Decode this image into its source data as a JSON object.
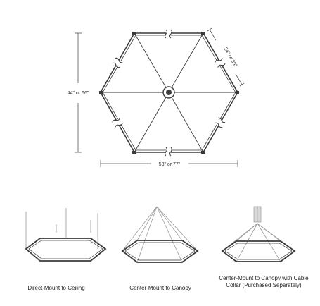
{
  "dimensions": {
    "height": "44\" or 66\"",
    "width": "53\" or 77\"",
    "side": "24\" or 36\""
  },
  "captions": {
    "direct": "Direct-Mount to Ceiling",
    "center": "Center-Mount to Canopy",
    "collar": "Center-Mount to Canopy with Cable Collar (Purchased Separately)"
  },
  "colors": {
    "frame": "#3a3a3a",
    "cable": "#9a9a9a",
    "dimension": "#555555"
  }
}
